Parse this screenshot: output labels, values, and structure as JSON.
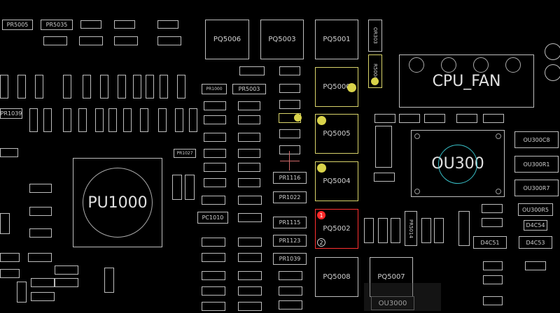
{
  "board": {
    "labels": {
      "PR5005": "PR5005",
      "PR5035": "PR5035",
      "PQ5006": "PQ5006",
      "PQ5003": "PQ5003",
      "PQ5001": "PQ5001",
      "OR303": "OR303",
      "PQ5000": "PQ5000",
      "R5004": "R5004",
      "CPU_FAN": "CPU_FAN",
      "PR1039": "PR1039",
      "PR5003": "PR5003",
      "PQ5005": "PQ5005",
      "OU300": "OU300",
      "OU300C8": "OU300C8",
      "OU300R1": "OU300R1",
      "OU300R7": "OU300R7",
      "OU300R5": "OU300R5",
      "PU1000": "PU1000",
      "PQ5004": "PQ5004",
      "PR1116": "PR1116",
      "PR1022": "PR1022",
      "PC1010": "PC1010",
      "PR1115": "PR1115",
      "PQ5002": "PQ5002",
      "PR1123": "PR1123",
      "PR1039b": "PR1039",
      "PR5014": "PR5014",
      "D4C51": "D4C51",
      "D4C53": "D4C53",
      "D4C54": "D4C54",
      "PQ5008": "PQ5008",
      "PQ5007": "PQ5007",
      "OU3000": "OU3000",
      "PR1000": "PR1000",
      "PR1027": "PR1027"
    },
    "pins": {
      "pin1": "1",
      "pin2": "2"
    }
  }
}
